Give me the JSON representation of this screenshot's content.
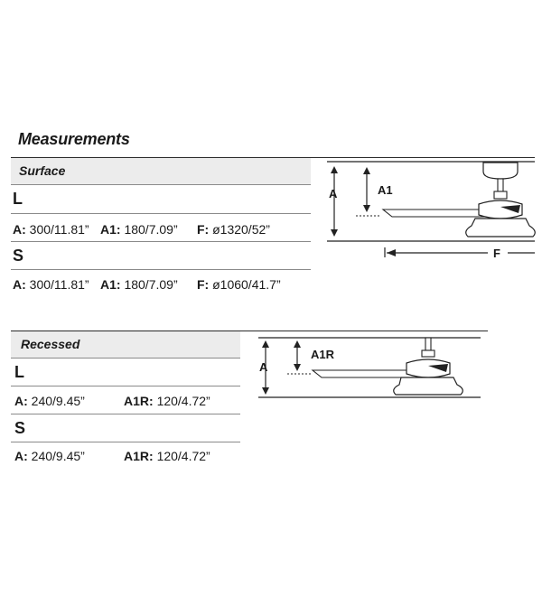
{
  "title": "Measurements",
  "surface": {
    "label": "Surface",
    "sizes": [
      {
        "size": "L",
        "specs": [
          {
            "key": "A:",
            "value": "300/11.81”"
          },
          {
            "key": "A1:",
            "value": "180/7.09”"
          },
          {
            "key": "F:",
            "value": "ø1320/52”"
          }
        ]
      },
      {
        "size": "S",
        "specs": [
          {
            "key": "A:",
            "value": "300/11.81”"
          },
          {
            "key": "A1:",
            "value": "180/7.09”"
          },
          {
            "key": "F:",
            "value": "ø1060/41.7”"
          }
        ]
      }
    ],
    "diagram": {
      "label_a": "A",
      "label_a1": "A1",
      "label_f": "F"
    }
  },
  "recessed": {
    "label": "Recessed",
    "sizes": [
      {
        "size": "L",
        "specs": [
          {
            "key": "A:",
            "value": "240/9.45”"
          },
          {
            "key": "A1R:",
            "value": "120/4.72”"
          }
        ]
      },
      {
        "size": "S",
        "specs": [
          {
            "key": "A:",
            "value": "240/9.45”"
          },
          {
            "key": "A1R:",
            "value": "120/4.72”"
          }
        ]
      }
    ],
    "diagram": {
      "label_a": "A",
      "label_a1r": "A1R"
    }
  }
}
